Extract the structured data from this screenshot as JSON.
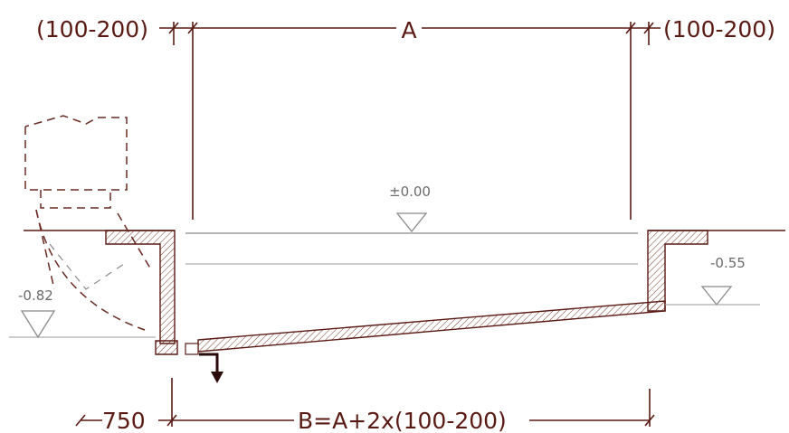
{
  "dimensions": {
    "left_clearance": "(100-200)",
    "width_a": "A",
    "right_clearance": "(100-200)",
    "offset": "750",
    "width_b": "B=A+2x(100-200)"
  },
  "levels": {
    "finished_floor": "±0.00",
    "right_ground": "-0.55",
    "left_ground": "-0.82"
  }
}
